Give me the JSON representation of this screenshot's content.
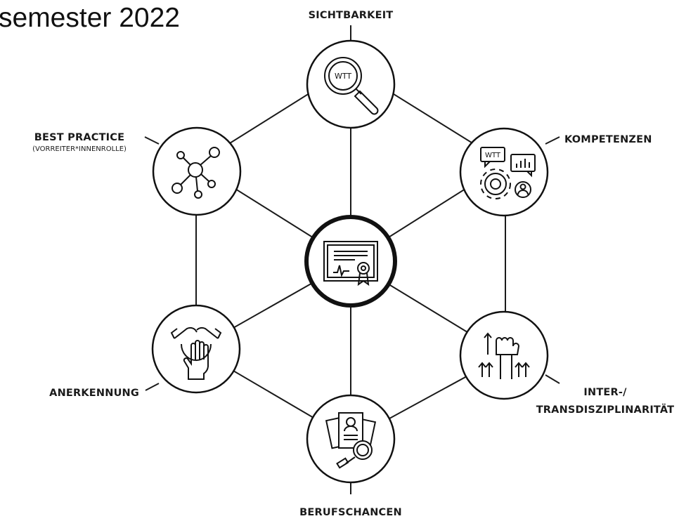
{
  "title": "semester 2022",
  "center": {
    "icon": "certificate-icon"
  },
  "nodes": {
    "sichtbarkeit": {
      "label": "SICHTBARKEIT",
      "icon": "magnifier-wtt-icon",
      "icon_text": "WTT"
    },
    "kompetenzen": {
      "label": "KOMPETENZEN",
      "icon": "gear-chat-icon",
      "icon_text": "WTT"
    },
    "inter": {
      "label_line1": "INTER-/",
      "label_line2": "TRANSDISZIPLINARITÄT",
      "icon": "raised-fists-arrows-icon"
    },
    "berufschancen": {
      "label": "BERUFSCHANCEN",
      "icon": "resume-search-icon"
    },
    "anerkennung": {
      "label": "ANERKENNUNG",
      "icon": "hands-together-icon"
    },
    "best_practice": {
      "label_line1": "BEST PRACTICE",
      "label_line2": "(VORREITER*INNENROLLE)",
      "icon": "network-hub-icon"
    }
  }
}
